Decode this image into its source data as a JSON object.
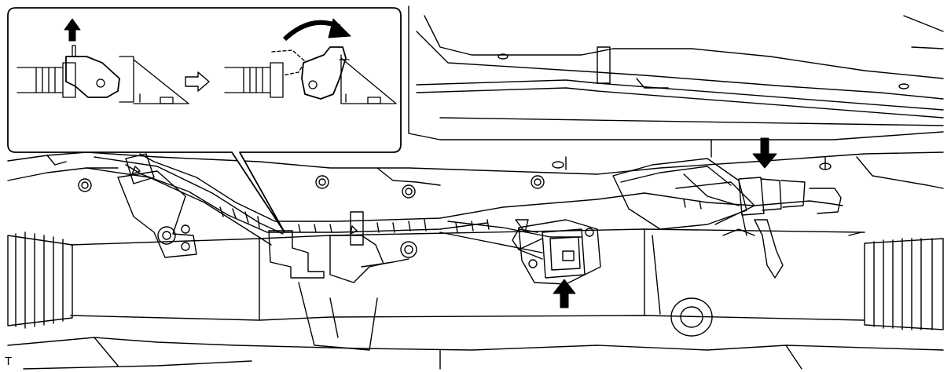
{
  "figure": {
    "corner_code": "T",
    "colors": {
      "line": "#000000",
      "background": "#ffffff",
      "callout_fill": "#ffffff"
    }
  },
  "inset": {
    "step_arrow_icon": "hollow-right-arrow",
    "pull_direction_icon": "solid-up-arrow",
    "rotate_direction_icon": "curved-clockwise-arrow"
  },
  "main": {
    "markers": [
      "solid-down-arrow",
      "solid-up-arrow"
    ]
  }
}
